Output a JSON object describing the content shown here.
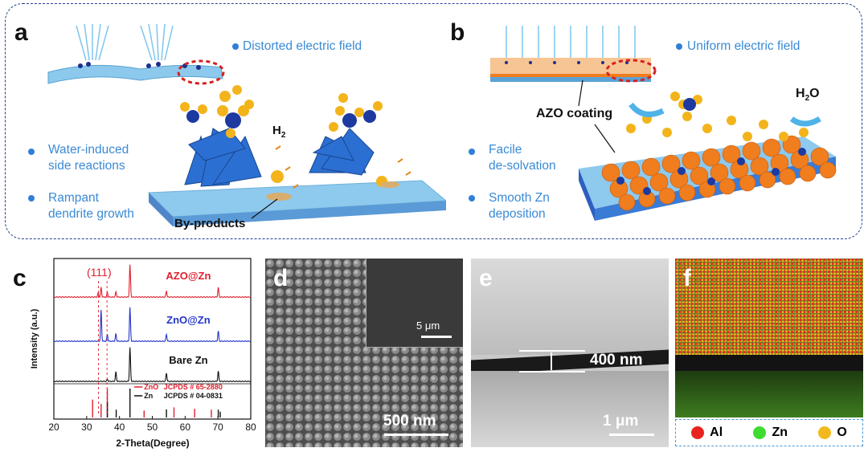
{
  "panels": {
    "a": {
      "letter": "a",
      "label_field": "Distorted electric field",
      "label_side1_line1": "Water-induced",
      "label_side1_line2": "side reactions",
      "label_side2_line1": "Rampant",
      "label_side2_line2": "dendrite growth",
      "label_h2": "H",
      "label_h2_sub": "2",
      "label_byproducts": "By-products"
    },
    "b": {
      "letter": "b",
      "label_field": "Uniform electric field",
      "label_coating": "AZO coating",
      "label_h2o_pre": "H",
      "label_h2o_sub": "2",
      "label_h2o_post": "O",
      "label_side1_line1": "Facile",
      "label_side1_line2": "de-solvation",
      "label_side2_line1": "Smooth Zn",
      "label_side2_line2": "deposition"
    },
    "c": {
      "letter": "c"
    },
    "d": {
      "letter": "d",
      "scale_main": "500 nm",
      "scale_inset": "5 μm"
    },
    "e": {
      "letter": "e",
      "thickness": "400 nm",
      "scale": "1 μm"
    },
    "f": {
      "letter": "f",
      "legend": [
        {
          "label": "Al",
          "color": "#e8231f"
        },
        {
          "label": "Zn",
          "color": "#3fdc2f"
        },
        {
          "label": "O",
          "color": "#f4b81f"
        }
      ]
    }
  },
  "chart_data": {
    "type": "line",
    "xlabel": "2-Theta(Degree)",
    "ylabel": "Intensity (a.u.)",
    "xlim": [
      20,
      80
    ],
    "xticks": [
      20,
      30,
      40,
      50,
      60,
      70,
      80
    ],
    "peak_annotation": "(111)",
    "series": [
      {
        "name": "AZO@Zn",
        "color": "#e0202f",
        "peaks": [
          [
            33.5,
            0.12
          ],
          [
            34.4,
            0.3
          ],
          [
            36.3,
            0.14
          ],
          [
            38.9,
            0.16
          ],
          [
            43.2,
            1.0
          ],
          [
            54.3,
            0.18
          ],
          [
            70.1,
            0.3
          ]
        ]
      },
      {
        "name": "ZnO@Zn",
        "color": "#2436c9",
        "peaks": [
          [
            34.4,
            0.92
          ],
          [
            36.3,
            0.2
          ],
          [
            38.9,
            0.22
          ],
          [
            43.2,
            1.0
          ],
          [
            54.3,
            0.2
          ],
          [
            70.1,
            0.3
          ]
        ]
      },
      {
        "name": "Bare Zn",
        "color": "#111111",
        "peaks": [
          [
            36.3,
            0.06
          ],
          [
            38.9,
            0.28
          ],
          [
            43.2,
            1.0
          ],
          [
            54.3,
            0.24
          ],
          [
            70.1,
            0.3
          ]
        ]
      }
    ],
    "references": [
      {
        "name": "ZnO",
        "card": "JCPDS # 65-2880",
        "color": "#e0202f",
        "peaks": [
          [
            31.8,
            0.62
          ],
          [
            34.4,
            0.47
          ],
          [
            36.3,
            1.0
          ],
          [
            47.5,
            0.24
          ],
          [
            56.6,
            0.35
          ],
          [
            62.9,
            0.3
          ],
          [
            68.0,
            0.27
          ]
        ]
      },
      {
        "name": "Zn",
        "card": "JCPDS # 04-0831",
        "color": "#111111",
        "peaks": [
          [
            36.3,
            0.55
          ],
          [
            39.0,
            0.27
          ],
          [
            43.2,
            1.0
          ],
          [
            54.3,
            0.28
          ],
          [
            70.1,
            0.27
          ],
          [
            70.7,
            0.2
          ]
        ]
      }
    ]
  }
}
